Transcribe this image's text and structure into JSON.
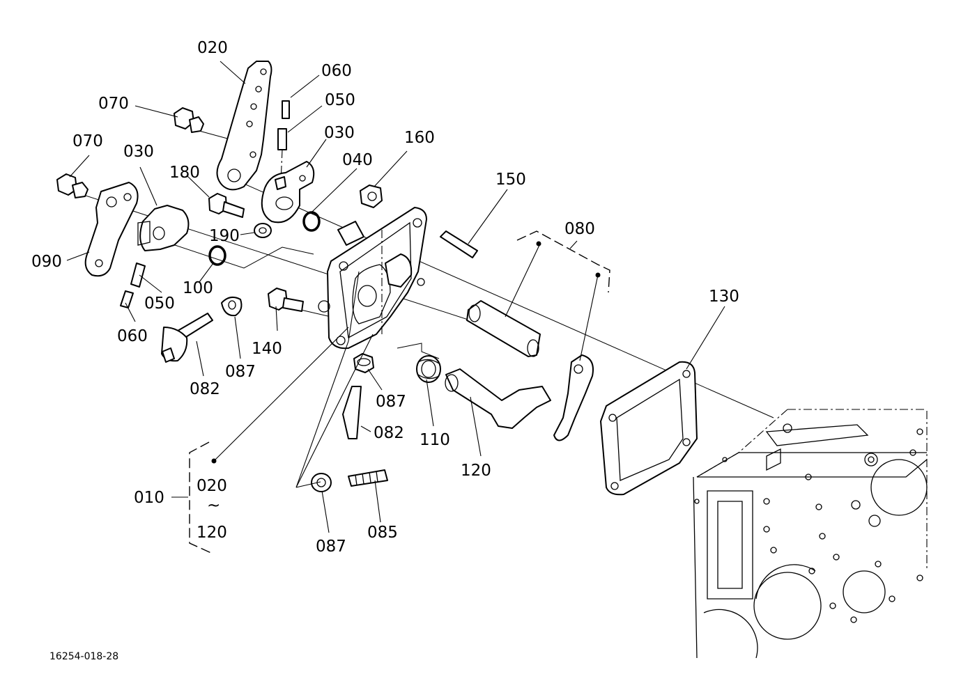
{
  "drawing_code": "16254-018-28",
  "callouts": {
    "c010": "010",
    "c020_top": "020",
    "c060_top": "060",
    "c050_top": "050",
    "c070_top": "070",
    "c030_top": "030",
    "c070_left": "070",
    "c030_left": "030",
    "c040": "040",
    "c160": "160",
    "c180": "180",
    "c150": "150",
    "c080": "080",
    "c190": "190",
    "c090": "090",
    "c100": "100",
    "c050_bottom": "050",
    "c060_bottom": "060",
    "c130": "130",
    "c140": "140",
    "c082_left": "082",
    "c087_left": "087",
    "c087_mid": "087",
    "c082_mid": "082",
    "c110": "110",
    "c120": "120",
    "c085": "085",
    "c087_bottom": "087"
  },
  "range_bracket": {
    "from": "020",
    "tilde": "~",
    "to": "120"
  }
}
